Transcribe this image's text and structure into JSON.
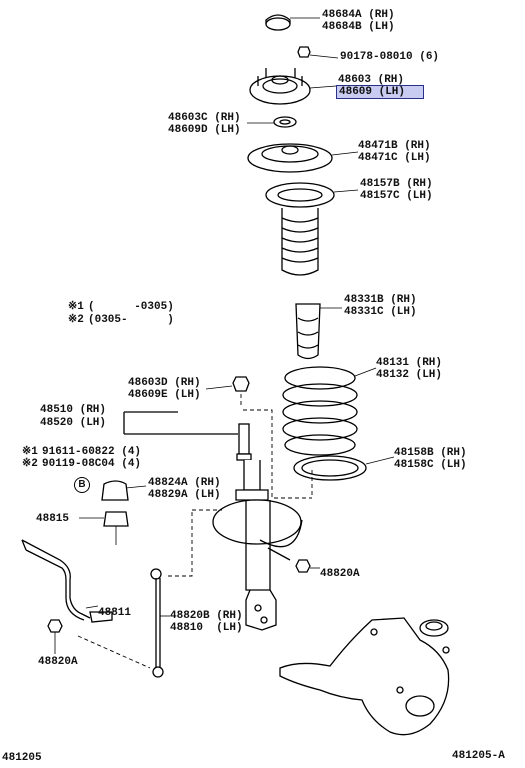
{
  "parts": {
    "p48684a": "48684A (RH)",
    "p48684b": "48684B (LH)",
    "p90178": "90178-08010 (6)",
    "p48603": "48603 (RH)",
    "p48609": "48609 (LH)",
    "p48603c": "48603C (RH)",
    "p48609d": "48609D (LH)",
    "p48471b": "48471B (RH)",
    "p48471c": "48471C (LH)",
    "p48157b": "48157B (RH)",
    "p48157c": "48157C (LH)",
    "p48331b": "48331B (RH)",
    "p48331c": "48331C (LH)",
    "p48131": "48131 (RH)",
    "p48132": "48132 (LH)",
    "p48158b": "48158B (RH)",
    "p48158c": "48158C (LH)",
    "p48603d": "48603D (RH)",
    "p48609e": "48609E (LH)",
    "p48510": "48510 (RH)",
    "p48520": "48520 (LH)",
    "p91611": "91611-60822 (4)",
    "p90119": "90119-08C04 (4)",
    "p48824a": "48824A (RH)",
    "p48829a": "48829A (LH)",
    "p48815": "48815",
    "p48811": "48811",
    "p48820a_right": "48820A",
    "p48820b": "48820B (RH)",
    "p48810": "48810  (LH)",
    "p48820a_left": "48820A"
  },
  "notes": {
    "note1_mark": "※1",
    "note1_text": "(      -0305)",
    "note2_mark": "※2",
    "note2_text": "(0305-      )",
    "bolt1_mark": "※1",
    "bolt2_mark": "※2",
    "circle_b": "B"
  },
  "footer": {
    "left_code": "481205",
    "right_code": "481205-A"
  },
  "highlight": {
    "color": "#c8ccf0",
    "border": "#2a2f8a"
  }
}
